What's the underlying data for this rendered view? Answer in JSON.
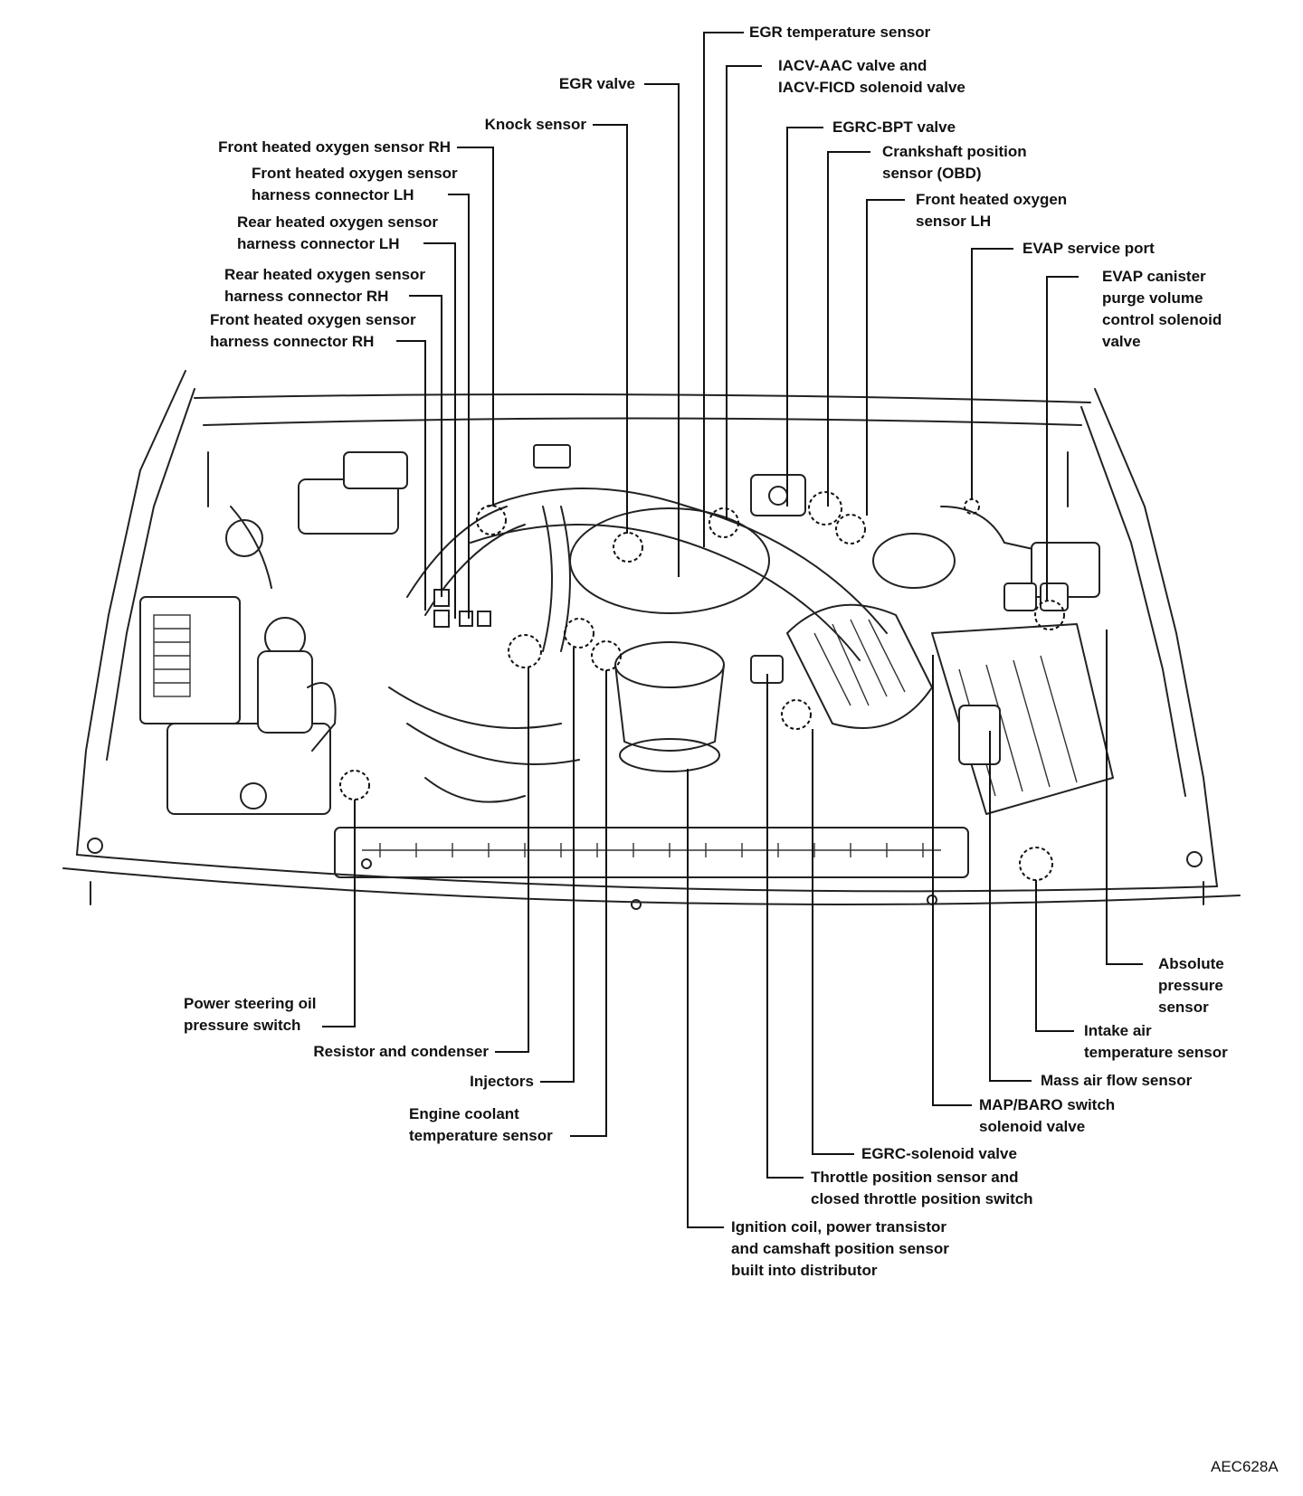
{
  "figure_code": "AEC628A",
  "labels": {
    "egr_temperature_sensor": "EGR temperature sensor",
    "iacv_aac_line1": "IACV-AAC valve and",
    "iacv_aac_line2": "IACV-FICD solenoid valve",
    "egr_valve": "EGR valve",
    "knock_sensor": "Knock sensor",
    "egrc_bpt_valve": "EGRC-BPT valve",
    "front_ho2s_rh": "Front heated oxygen sensor RH",
    "crankshaft_line1": "Crankshaft position",
    "crankshaft_line2": "sensor (OBD)",
    "front_ho2s_harness_lh_line1": "Front heated oxygen sensor",
    "front_ho2s_harness_lh_line2": "harness connector LH",
    "front_ho2s_lh_line1": "Front heated oxygen",
    "front_ho2s_lh_line2": "sensor LH",
    "rear_ho2s_harness_lh_line1": "Rear heated oxygen sensor",
    "rear_ho2s_harness_lh_line2": "harness connector LH",
    "evap_service_port": "EVAP service port",
    "rear_ho2s_harness_rh_line1": "Rear heated oxygen sensor",
    "rear_ho2s_harness_rh_line2": "harness connector RH",
    "evap_canister_line1": "EVAP canister",
    "evap_canister_line2": "purge volume",
    "evap_canister_line3": "control solenoid",
    "evap_canister_line4": "valve",
    "front_ho2s_harness_rh_line1": "Front heated oxygen sensor",
    "front_ho2s_harness_rh_line2": "harness connector RH",
    "absolute_pressure_line1": "Absolute",
    "absolute_pressure_line2": "pressure",
    "absolute_pressure_line3": "sensor",
    "power_steering_line1": "Power steering oil",
    "power_steering_line2": "pressure switch",
    "intake_air_line1": "Intake air",
    "intake_air_line2": "temperature sensor",
    "resistor_condenser": "Resistor and condenser",
    "mass_air_flow_sensor": "Mass air flow sensor",
    "injectors": "Injectors",
    "map_baro_line1": "MAP/BARO switch",
    "map_baro_line2": "solenoid valve",
    "engine_coolant_line1": "Engine coolant",
    "engine_coolant_line2": "temperature sensor",
    "egrc_solenoid_valve": "EGRC-solenoid valve",
    "throttle_line1": "Throttle position sensor and",
    "throttle_line2": "closed throttle position switch",
    "ignition_line1": "Ignition coil, power transistor",
    "ignition_line2": "and camshaft position sensor",
    "ignition_line3": "built into distributor"
  }
}
